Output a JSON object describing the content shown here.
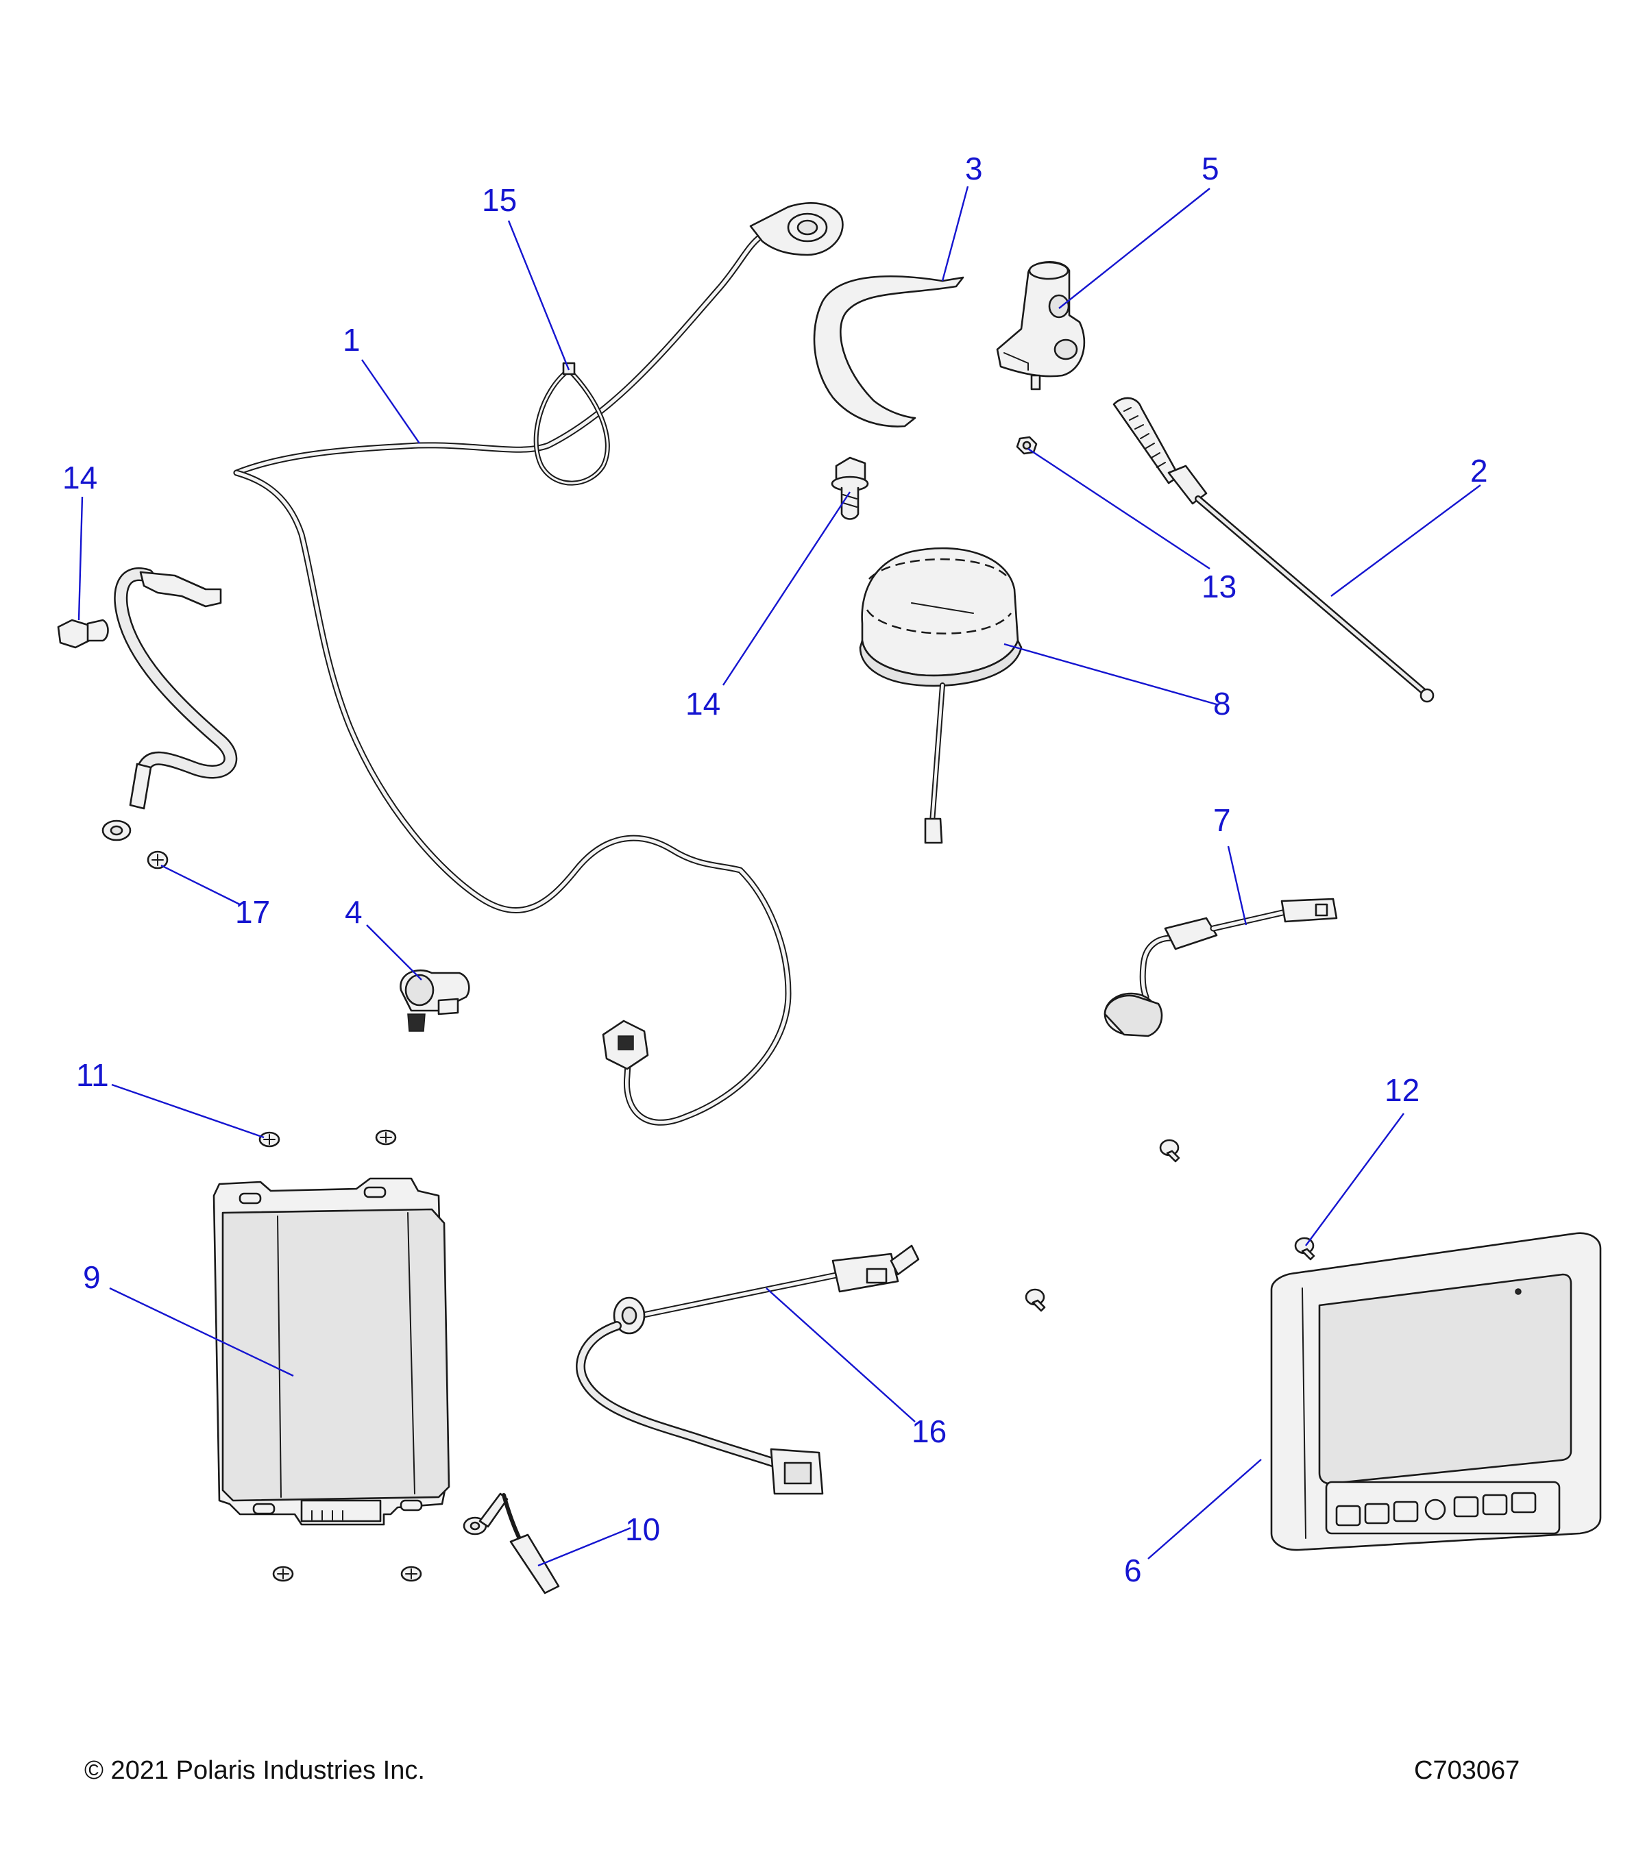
{
  "callouts": {
    "c1": "1",
    "c2": "2",
    "c3": "3",
    "c4": "4",
    "c5": "5",
    "c6": "6",
    "c7": "7",
    "c8": "8",
    "c9": "9",
    "c10": "10",
    "c11": "11",
    "c12": "12",
    "c13": "13",
    "c14a": "14",
    "c14b": "14",
    "c15": "15",
    "c16": "16",
    "c17": "17"
  },
  "footer": {
    "copyright": "© 2021 Polaris Industries Inc.",
    "figure_id": "C703067"
  },
  "colors": {
    "callout": "#1515d0",
    "line_art": "#1a1a1a"
  }
}
